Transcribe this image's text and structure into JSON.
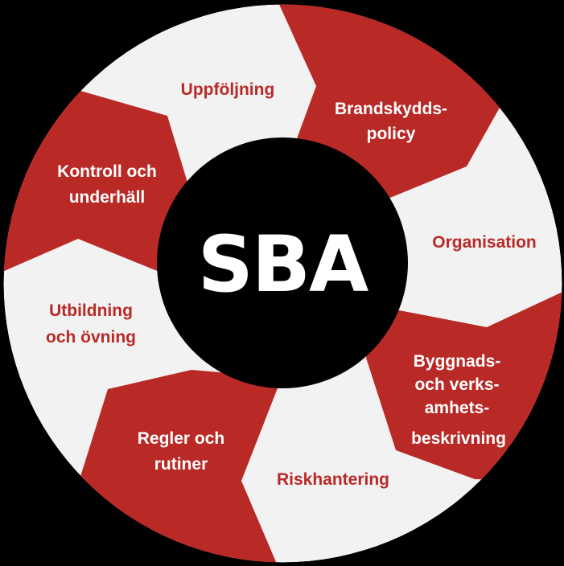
{
  "diagram": {
    "title": "SBA",
    "colors": {
      "background": "#000000",
      "ring_light": "#f2f2f2",
      "accent_red": "#b92a27",
      "center": "#000000",
      "label_on_red": "#ffffff",
      "label_on_light": "#b92a27"
    },
    "segments": [
      {
        "id": "brandskyddspolicy",
        "fill": "red",
        "lines": [
          "Brandskydds-",
          "policy"
        ]
      },
      {
        "id": "organisation",
        "fill": "light",
        "lines": [
          "Organisation"
        ]
      },
      {
        "id": "byggnadsbeskrivning",
        "fill": "red",
        "lines": [
          "Byggnads-",
          "och verks-",
          "amhets-",
          "beskrivning"
        ]
      },
      {
        "id": "riskhantering",
        "fill": "light",
        "lines": [
          "Riskhantering"
        ]
      },
      {
        "id": "regler-och-rutiner",
        "fill": "red",
        "lines": [
          "Regler och",
          "rutiner"
        ]
      },
      {
        "id": "utbildning-och-ovning",
        "fill": "light",
        "lines": [
          "Utbildning",
          "och övning"
        ]
      },
      {
        "id": "kontroll-och-underhall",
        "fill": "red",
        "lines": [
          "Kontroll och",
          "underhäll"
        ]
      },
      {
        "id": "uppfoljning",
        "fill": "light",
        "lines": [
          "Uppföljning"
        ]
      }
    ]
  }
}
